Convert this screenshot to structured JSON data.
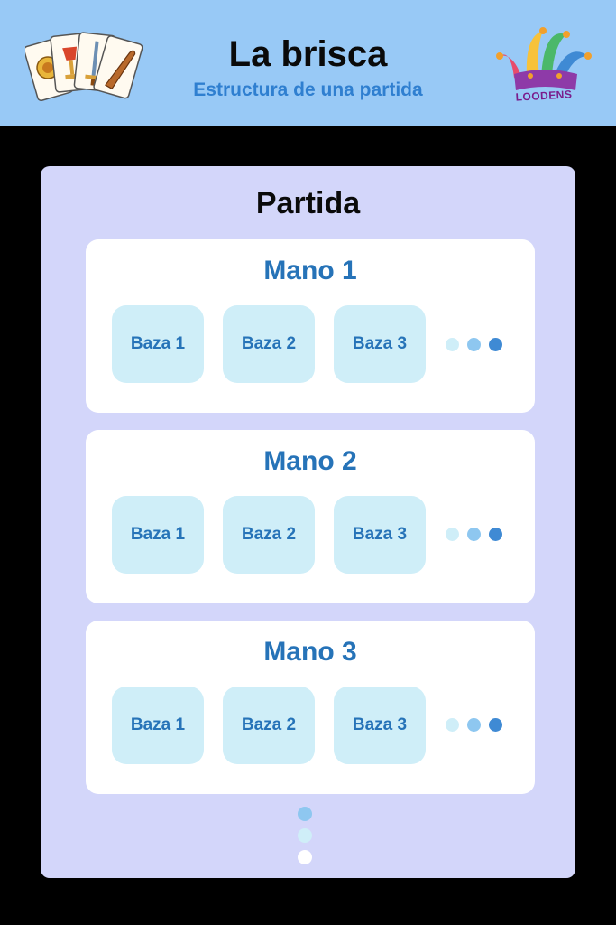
{
  "header": {
    "title": "La brisca",
    "subtitle": "Estructura de una partida",
    "cards_icon": "spanish-playing-cards-icon",
    "logo_icon": "jester-hat-logo-icon",
    "logo_text": "LOODENS"
  },
  "partida": {
    "title": "Partida",
    "manos": [
      {
        "title": "Mano 1",
        "bazas": [
          "Baza 1",
          "Baza 2",
          "Baza 3"
        ]
      },
      {
        "title": "Mano 2",
        "bazas": [
          "Baza 1",
          "Baza 2",
          "Baza 3"
        ]
      },
      {
        "title": "Mano 3",
        "bazas": [
          "Baza 1",
          "Baza 2",
          "Baza 3"
        ]
      }
    ]
  },
  "colors": {
    "header_bg": "#98c9f6",
    "partida_bg": "#d3d6fa",
    "mano_title": "#2673b8",
    "baza_bg": "#cfeef8",
    "dot_light": "#cfeef8",
    "dot_mid": "#8ec7f0",
    "dot_dark": "#3f8ad4"
  }
}
